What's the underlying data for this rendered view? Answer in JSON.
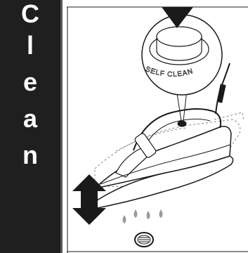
{
  "side_tab": {
    "letters": [
      "C",
      "l",
      "e",
      "a",
      "n"
    ]
  },
  "illustration": {
    "dial_label": "SELF CLEAN",
    "icons": [
      "press-down-arrow-icon",
      "self-clean-dial-icon",
      "steam-iron-icon",
      "up-down-arrow-icon",
      "water-drops-icon",
      "drain-icon"
    ]
  },
  "colors": {
    "tab_background": "#1f1f1f",
    "tab_text": "#ffffff",
    "line_art": "#1a1a1a"
  }
}
